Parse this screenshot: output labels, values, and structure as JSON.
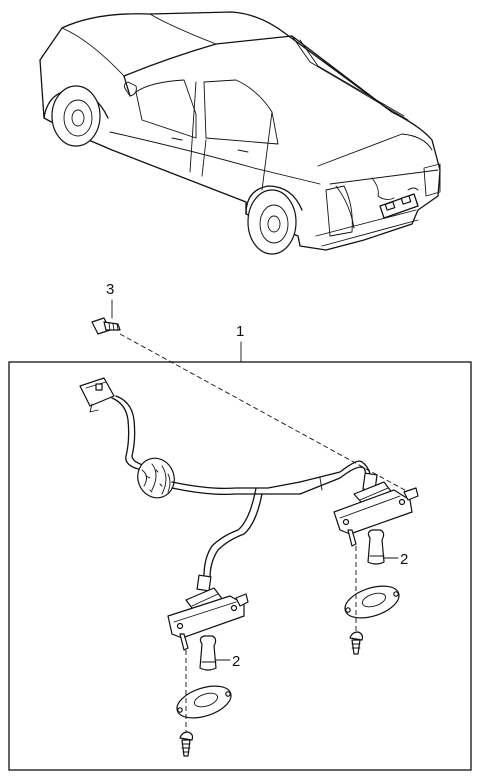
{
  "callouts": {
    "assembly": "1",
    "bulb_right": "2",
    "bulb_left": "2",
    "screw": "3"
  }
}
